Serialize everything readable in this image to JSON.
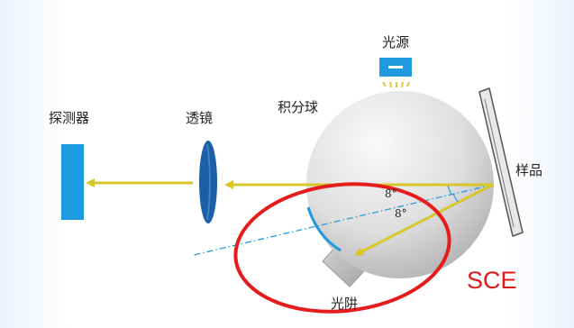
{
  "labels": {
    "light_source": "光源",
    "integrating_sphere": "积分球",
    "sample": "样品",
    "lens": "透镜",
    "detector": "探测器",
    "light_trap": "光阱",
    "mode": "SCE",
    "angle_1": "8°",
    "angle_2": "8°"
  },
  "colors": {
    "beam": "#d8c52a",
    "blue_part": "#1e9be0",
    "lens": "#1a5fa8",
    "dash_normal": "#2a9ad8",
    "highlight_ring": "#e61c1c",
    "sphere_light": "#f4f4f4",
    "sphere_dark": "#a9a9a9"
  },
  "icons": {
    "light_source_icon": "lamp-icon",
    "sample_holder_icon": "sample-plate-icon"
  }
}
